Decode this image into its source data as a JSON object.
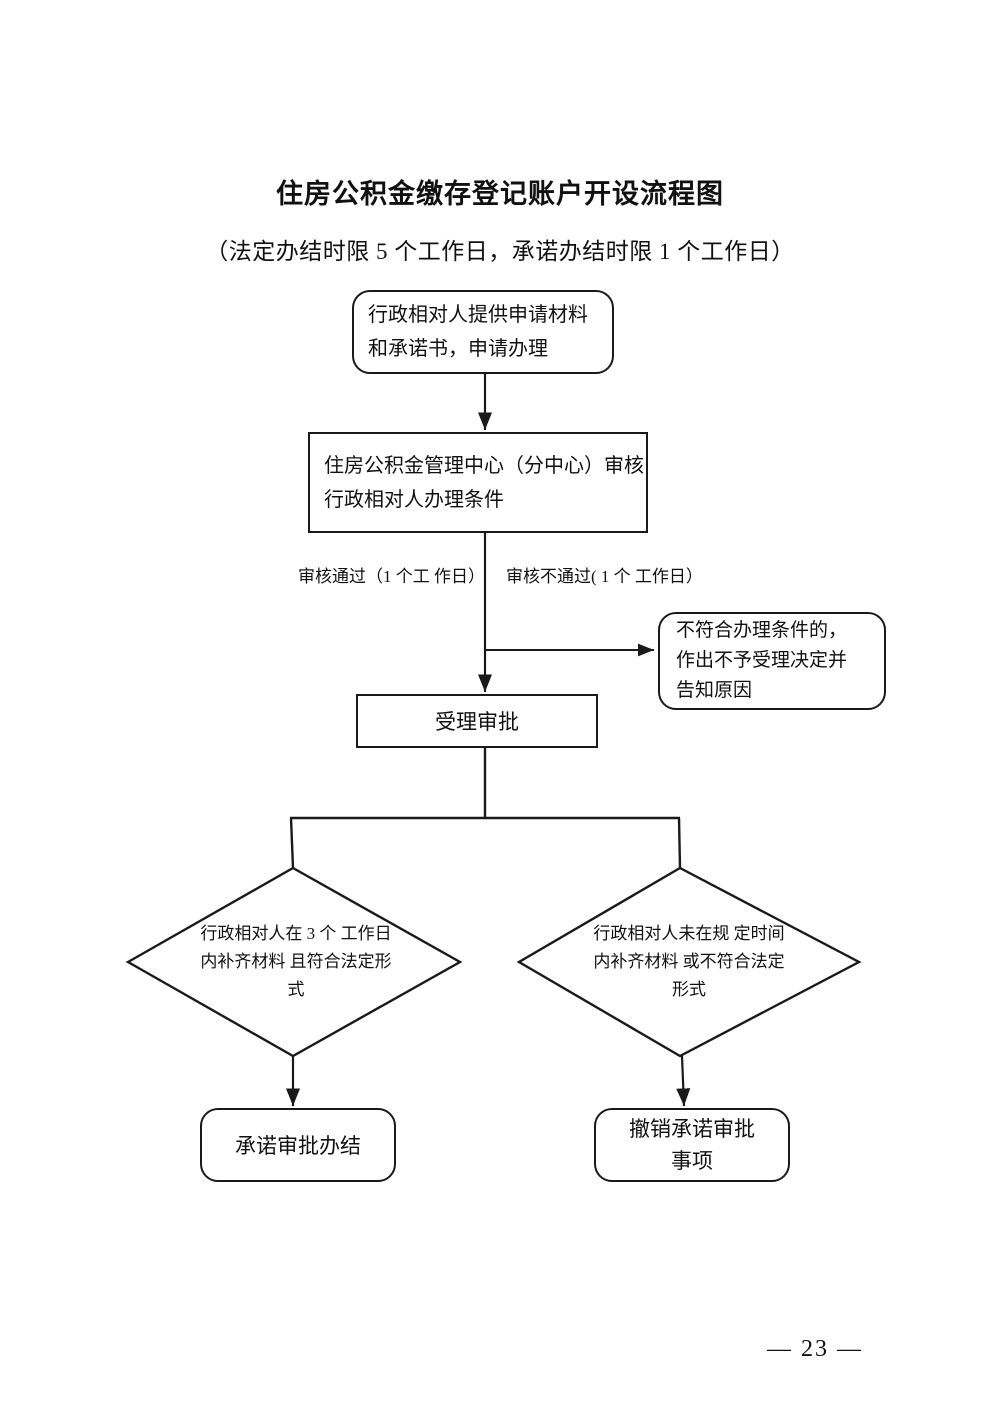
{
  "document": {
    "title": "住房公积金缴存登记账户开设流程图",
    "subtitle": "（法定办结时限 5 个工作日，承诺办结时限 1 个工作日）",
    "page_number": "— 23 —"
  },
  "nodes": {
    "apply": {
      "shape": "rounded-rect",
      "line1": "行政相对人提供申请材料",
      "line2": "和承诺书，申请办理"
    },
    "review": {
      "shape": "rect",
      "line1": "住房公积金管理中心（分中心）审核",
      "line2": "行政相对人办理条件"
    },
    "reject": {
      "shape": "rounded-rect",
      "line1": "不符合办理条件的，",
      "line2": "作出不予受理决定并",
      "line3": "告知原因"
    },
    "accept": {
      "shape": "rect",
      "line1": "受理审批"
    },
    "diamond_left": {
      "shape": "diamond",
      "line1": "行政相对人在 3 个",
      "line2": "工作日内补齐材料",
      "line3": "且符合法定形式"
    },
    "diamond_right": {
      "shape": "diamond",
      "line1": "行政相对人未在规",
      "line2": "定时间内补齐材料",
      "line3": "或不符合法定形式"
    },
    "done": {
      "shape": "rounded-rect",
      "line1": "承诺审批办结"
    },
    "cancel": {
      "shape": "rounded-rect",
      "line1": "撤销承诺审批",
      "line2": "事项"
    }
  },
  "edges": {
    "pass_label_line1": "审核通过（1 个工",
    "pass_label_line2": "作日）",
    "fail_label_line1": "审核不通过( 1 个",
    "fail_label_line2": "工作日）"
  },
  "colors": {
    "stroke": "#1a1a1a",
    "background": "#ffffff",
    "text": "#111111"
  }
}
